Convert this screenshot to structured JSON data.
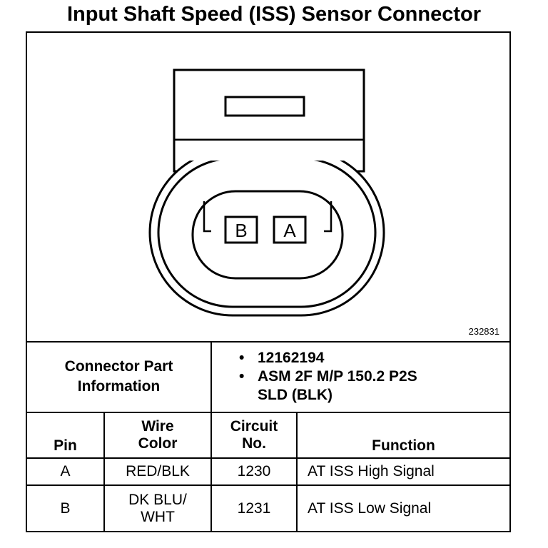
{
  "title": "Input Shaft Speed (ISS) Sensor Connector",
  "figure_number": "232831",
  "connector": {
    "pin_labels": [
      "B",
      "A"
    ]
  },
  "part_info": {
    "label_line1": "Connector Part",
    "label_line2": "Information",
    "items": [
      "12162194",
      "ASM 2F M/P 150.2 P2S",
      "SLD (BLK)"
    ]
  },
  "table": {
    "headers": {
      "pin": "Pin",
      "wire_color_line1": "Wire",
      "wire_color_line2": "Color",
      "circuit_line1": "Circuit",
      "circuit_line2": "No.",
      "function": "Function"
    },
    "rows": [
      {
        "pin": "A",
        "wire_line1": "RED/BLK",
        "wire_line2": "",
        "circuit": "1230",
        "function": "AT ISS High Signal"
      },
      {
        "pin": "B",
        "wire_line1": "DK BLU/",
        "wire_line2": "WHT",
        "circuit": "1231",
        "function": "AT ISS Low Signal"
      }
    ]
  }
}
